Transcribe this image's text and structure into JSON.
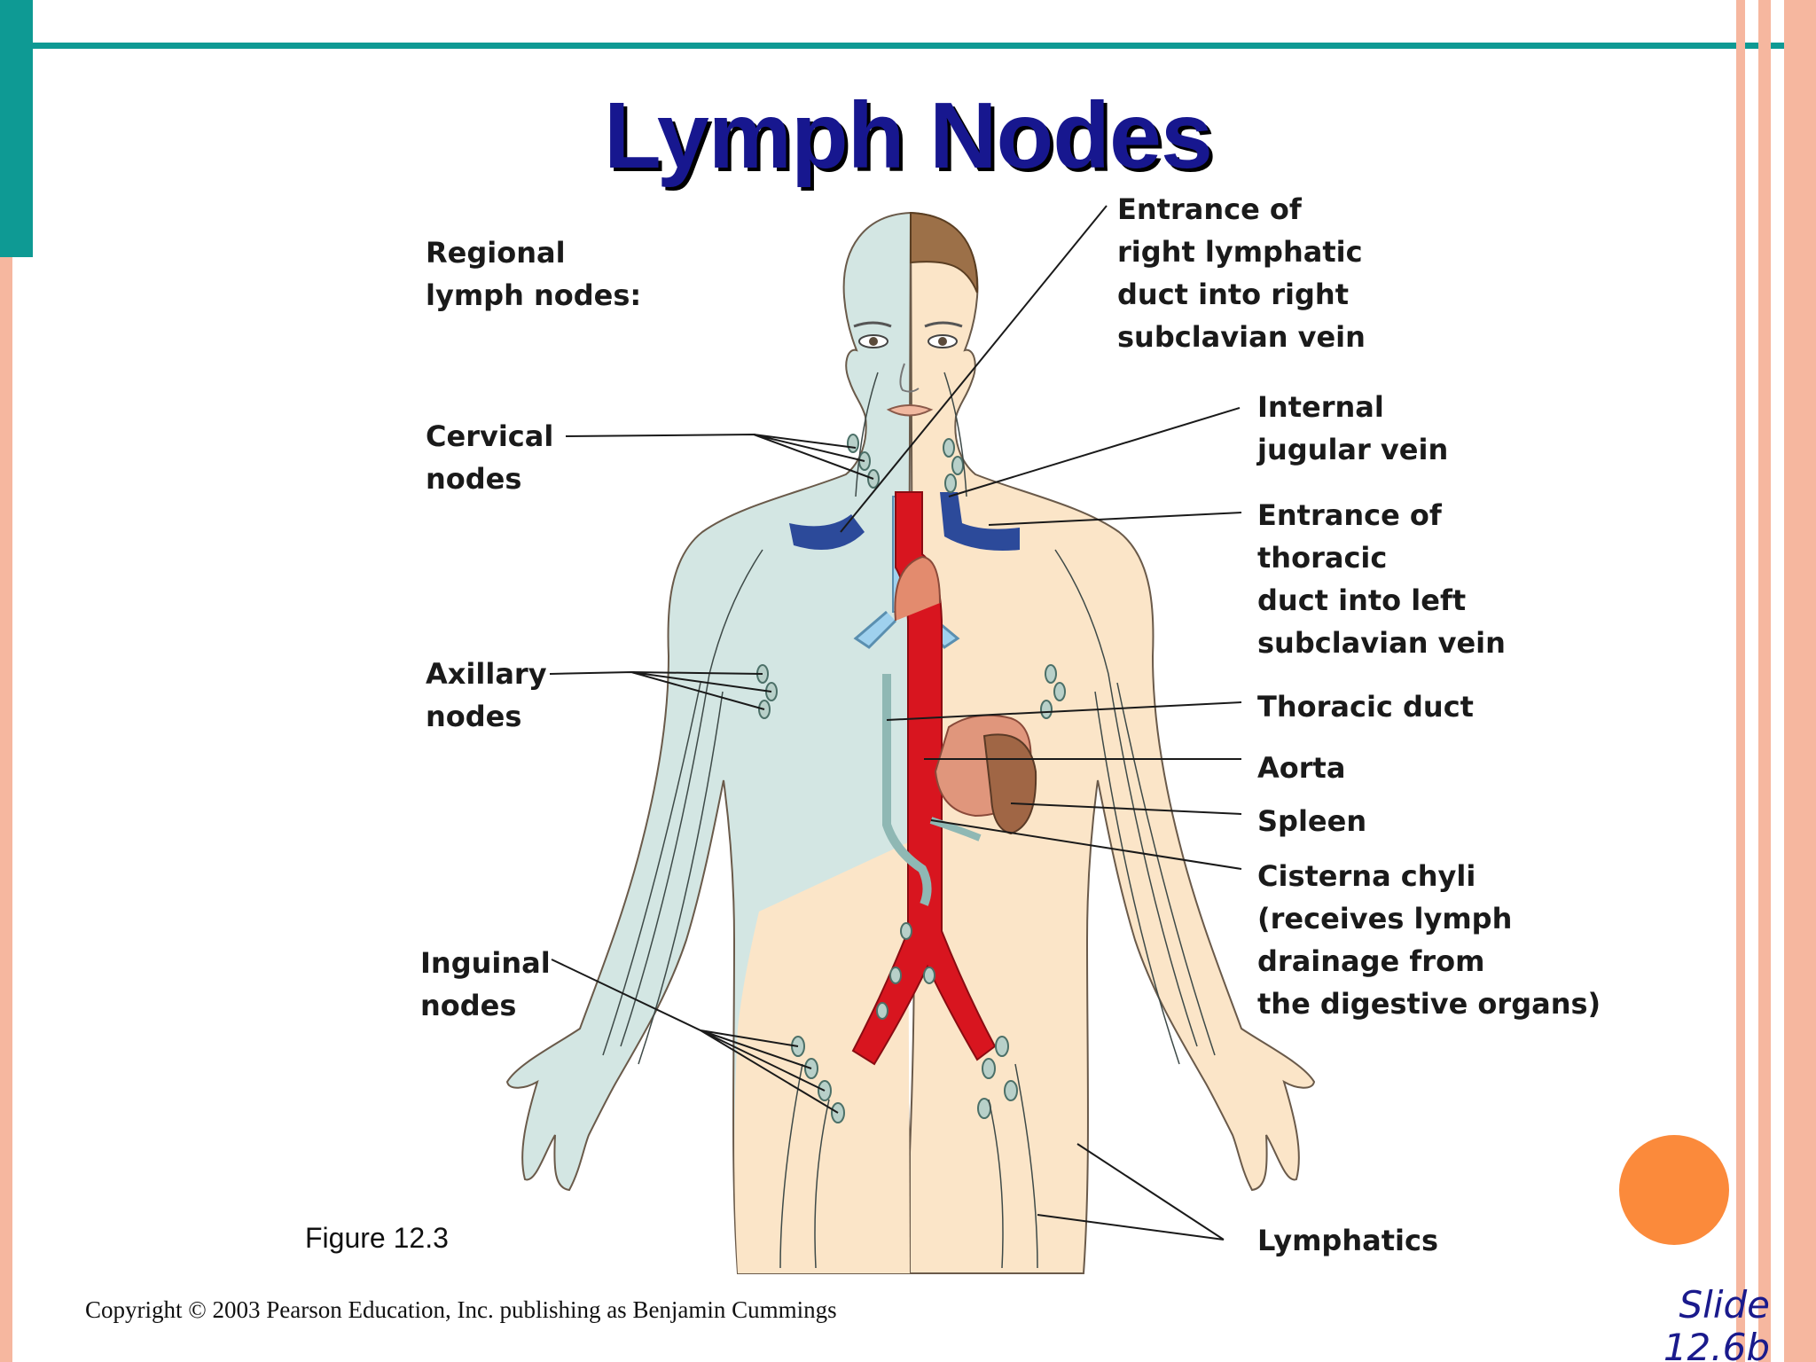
{
  "slide": {
    "title": "Lymph Nodes",
    "figure_caption": "Figure 12.3",
    "copyright": "Copyright © 2003 Pearson Education, Inc. publishing as Benjamin Cummings",
    "slide_number": "Slide\n12.6b"
  },
  "colors": {
    "teal_accent": "#0e9a94",
    "salmon_border": "#f6b79f",
    "orange_dot": "#fb8a3b",
    "title_blue": "#17178f",
    "lymph_side": "#d3e6e3",
    "skin_side": "#fbe5c8",
    "aorta_red": "#d8151f",
    "vein_blue": "#2c4a9a",
    "spleen_brown": "#a06645"
  },
  "diagram": {
    "left_labels": {
      "regional_heading": "Regional\nlymph nodes:",
      "cervical": "Cervical\nnodes",
      "axillary": "Axillary\nnodes",
      "inguinal": "Inguinal\nnodes"
    },
    "right_labels": {
      "right_lymphatic": "Entrance of\nright lymphatic\nduct into right\nsubclavian vein",
      "internal_jugular": "Internal\njugular vein",
      "thoracic_entrance": "Entrance of\nthoracic\nduct into left\nsubclavian vein",
      "thoracic_duct": "Thoracic duct",
      "aorta": "Aorta",
      "spleen": "Spleen",
      "cisterna_chyli": "Cisterna chyli\n(receives lymph\ndrainage from\nthe digestive organs)",
      "lymphatics": "Lymphatics"
    }
  }
}
